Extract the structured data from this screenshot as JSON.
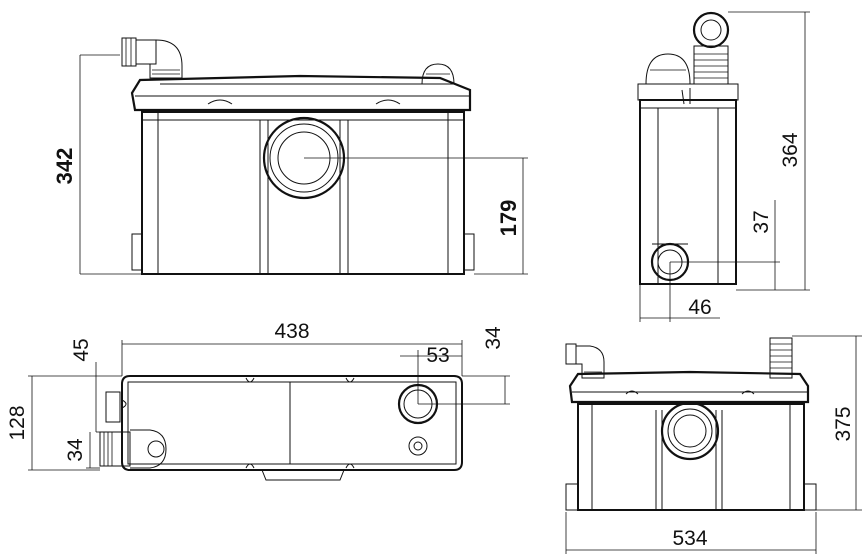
{
  "dimensions": {
    "front_height": "342",
    "front_inlet_height": "179",
    "side_height": "364",
    "side_inlet_height": "37",
    "side_inlet_offset": "46",
    "top_length": "438",
    "top_outlet_offset": "45",
    "top_right_offset": "34",
    "top_inlet_offset": "53",
    "top_width": "128",
    "top_left_inlet": "34",
    "iso_height": "375",
    "iso_width": "534"
  }
}
